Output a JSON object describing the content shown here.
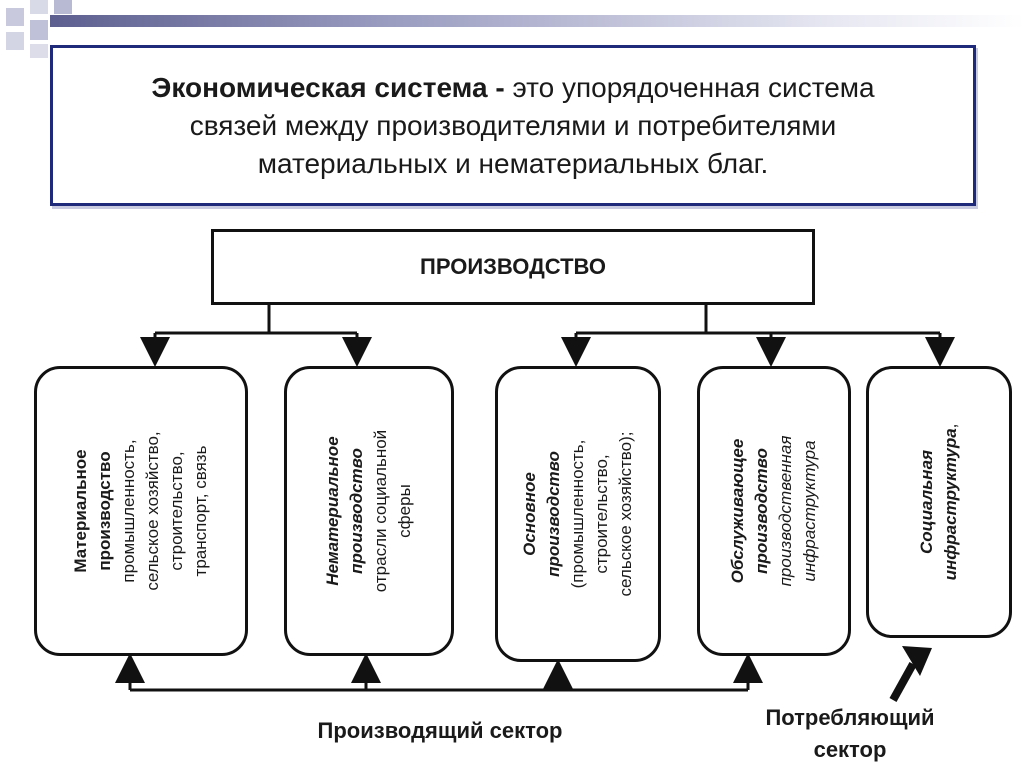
{
  "definition": {
    "term": "Экономическая система -",
    "line1_rest": " это упорядоченная система",
    "line2": "связей между производителями и потребителями",
    "line3": "материальных и нематериальных благ."
  },
  "production": {
    "label": "ПРОИЗВОДСТВО"
  },
  "cards": [
    {
      "title1": "Материальное",
      "title2": "производство",
      "line1": "промышленность,",
      "line2": "сельское хозяйство,",
      "line3": "строительство,",
      "line4": "транспорт, связь"
    },
    {
      "title1": "Нематериальное",
      "title2": "производство",
      "line1": "отрасли социальной",
      "line2": "сферы"
    },
    {
      "title1": "Основное",
      "title2": "производство",
      "line1": "(промышленность,",
      "line2": "строительство,",
      "line3": "сельское хозяйство);"
    },
    {
      "title1": "Обслуживающее",
      "title2": "производство",
      "line1": "производственная",
      "line2": "инфраструктура"
    },
    {
      "title1": "Социальная",
      "title2": "инфраструктура",
      "suffix": ","
    }
  ],
  "sectors": {
    "producing": "Производящий сектор",
    "consuming_line1": "Потребляющий",
    "consuming_line2": "сектор"
  }
}
